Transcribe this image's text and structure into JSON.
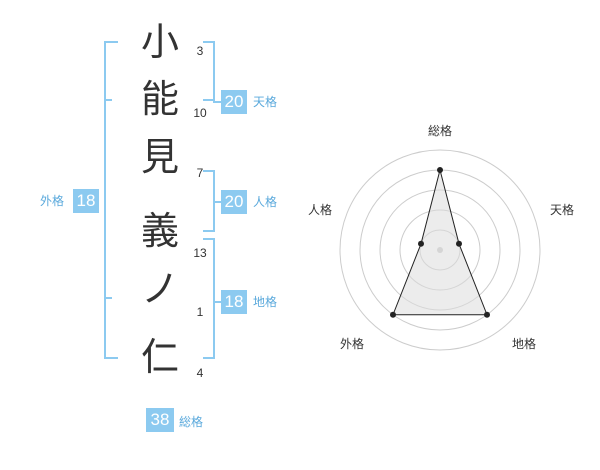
{
  "name": {
    "characters": [
      {
        "char": "小",
        "strokes": "3"
      },
      {
        "char": "能",
        "strokes": "10"
      },
      {
        "char": "見",
        "strokes": "7"
      },
      {
        "char": "義",
        "strokes": "13"
      },
      {
        "char": "ノ",
        "strokes": "1"
      },
      {
        "char": "仁",
        "strokes": "4"
      }
    ]
  },
  "fortune": {
    "tenkaku": {
      "value": "20",
      "label": "天格"
    },
    "jinkaku": {
      "value": "20",
      "label": "人格"
    },
    "chikaku": {
      "value": "18",
      "label": "地格"
    },
    "gaikaku": {
      "value": "18",
      "label": "外格"
    },
    "soukaku": {
      "value": "38",
      "label": "総格"
    }
  },
  "colors": {
    "accent": "#8ccaf0",
    "accent_text": "#5aa9dc",
    "text": "#333333",
    "grid": "#cccccc",
    "fill": "#eeeeee"
  },
  "chart_data": {
    "type": "radar",
    "axes": [
      "総格",
      "天格",
      "地格",
      "外格",
      "人格"
    ],
    "values": [
      4,
      1,
      4,
      4,
      1
    ],
    "max": 5,
    "rings": 5
  }
}
